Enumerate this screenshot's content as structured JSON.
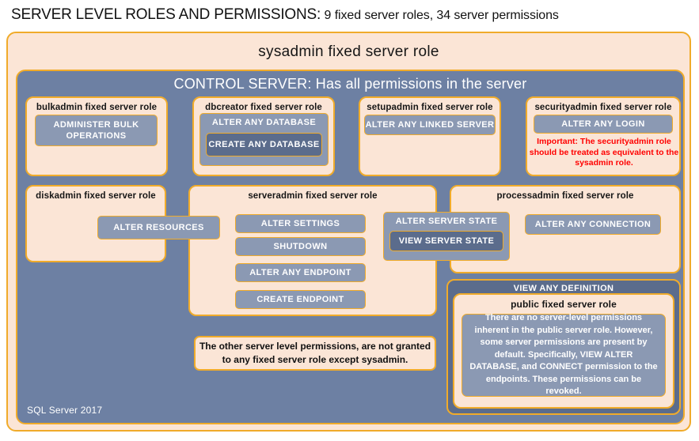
{
  "title": {
    "strong": "SERVER LEVEL ROLES AND PERMISSIONS:",
    "rest": "9 fixed server roles, 34 server permissions"
  },
  "sysadmin_label": "sysadmin  fixed  server  role",
  "control_server_label": "CONTROL SERVER: Has all permissions in the server",
  "footer": "SQL Server 2017",
  "roles": {
    "bulkadmin": {
      "title": "bulkadmin  fixed server role",
      "permissions": [
        "ADMINISTER  BULK OPERATIONS"
      ]
    },
    "dbcreator": {
      "title": "dbcreator  fixed server role",
      "outer_permission": "ALTER ANY DATABASE",
      "inner_permission": "CREATE  ANY DATABASE"
    },
    "setupadmin": {
      "title": "setupadmin  fixed server role",
      "permissions": [
        "ALTER ANY LINKED SERVER"
      ]
    },
    "securityadmin": {
      "title": "securityadmin  fixed server role",
      "permissions": [
        "ALTER ANY LOGIN"
      ],
      "warning": "Important:  The securityadmin role should  be treated  as equivalent to the  sysadmin role."
    },
    "diskadmin": {
      "title": "diskadmin  fixed server role",
      "permissions": [
        "ALTER RESOURCES"
      ]
    },
    "serveradmin": {
      "title": "serveradmin fixed server role",
      "permissions": [
        "ALTER SETTINGS",
        "SHUTDOWN",
        "ALTER ANY ENDPOINT",
        "CREATE  ENDPOINT"
      ]
    },
    "processadmin": {
      "title": "processadmin  fixed server role",
      "permissions": [
        "ALTER ANY CONNECTION"
      ]
    },
    "server_state": {
      "outer_permission": "ALTER SERVER STATE",
      "inner_permission": "VIEW SERVER  STATE"
    },
    "public": {
      "view_any_definition": "VIEW ANY DEFINITION",
      "title": "public  fixed server role",
      "body": "There are no server-level permissions inherent in the public server role. However, some server permissions are present by default. Specifically, VIEW ALTER DATABASE, and CONNECT permission to the endpoints. These permissions can be revoked."
    }
  },
  "notes": {
    "other_permissions": "The other server level permissions,  are not granted to any fixed server role except sysadmin."
  },
  "colors": {
    "peach": "#fbe5d6",
    "orange_border": "#f0ab2a",
    "slate": "#6d80a3",
    "chip": "#8b99b3",
    "dark_slate": "#5b6c8c",
    "warning_red": "#ff0000"
  }
}
